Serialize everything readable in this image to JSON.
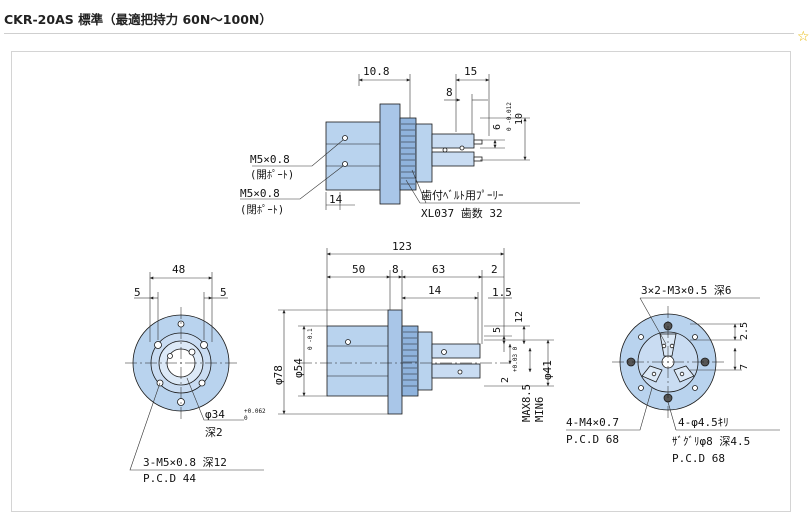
{
  "header": {
    "title": "CKR-20AS 標準（最適把持力 60N～100N）"
  },
  "icons": {
    "favorite": "star-icon"
  },
  "colors": {
    "part_fill": "#b9d3ee",
    "part_fill_dark": "#8fb3dd",
    "line": "#1a1a1a",
    "dim_line": "#333333"
  },
  "side_view": {
    "dim_10_8": "10.8",
    "dim_15": "15",
    "dim_8": "8",
    "dim_6": "6",
    "tol_6": "0\n-0.012",
    "dim_10": "10",
    "dim_14": "14",
    "port_open_1": "M5×0.8",
    "port_open_1_note": "(開ﾎﾟｰﾄ)",
    "port_close_2": "M5×0.8",
    "port_close_2_note": "(閉ﾎﾟｰﾄ)",
    "pulley_label": "歯付ﾍﾞﾙﾄ用ﾌﾟｰﾘｰ",
    "pulley_spec": "XL037 歯数 32"
  },
  "front_view": {
    "dim_123": "123",
    "dim_50": "50",
    "dim_8": "8",
    "dim_63": "63",
    "dim_2": "2",
    "dim_14": "14",
    "dim_1_5": "1.5",
    "dim_5": "5",
    "dim_12": "12",
    "dia_78": "φ78",
    "dia_54": "φ54",
    "tol_54": "0\n-0.1",
    "dim_2_tol": "2",
    "tol_2": "+0.03\n0",
    "stroke_max": "MAX8.5",
    "stroke_min": "MIN6",
    "dia_41": "φ41"
  },
  "left_view": {
    "dim_48": "48",
    "dim_5a": "5",
    "dim_5b": "5",
    "dia_34": "φ34",
    "tol_34": "+0.062\n0",
    "depth_2": "深2",
    "tap_label": "3-M5×0.8 深12",
    "pcd_label": "P.C.D 44"
  },
  "right_view": {
    "tap_top": "3×2-M3×0.5 深6",
    "dim_2_5": "2.5",
    "dim_7": "7",
    "tap_left": "4-M4×0.7",
    "pcd_left": "P.C.D 68",
    "hole_label": "4-φ4.5ｷﾘ",
    "counterbore_label": "ｻﾞｸﾞﾘφ8 深4.5",
    "pcd_right": "P.C.D 68"
  }
}
